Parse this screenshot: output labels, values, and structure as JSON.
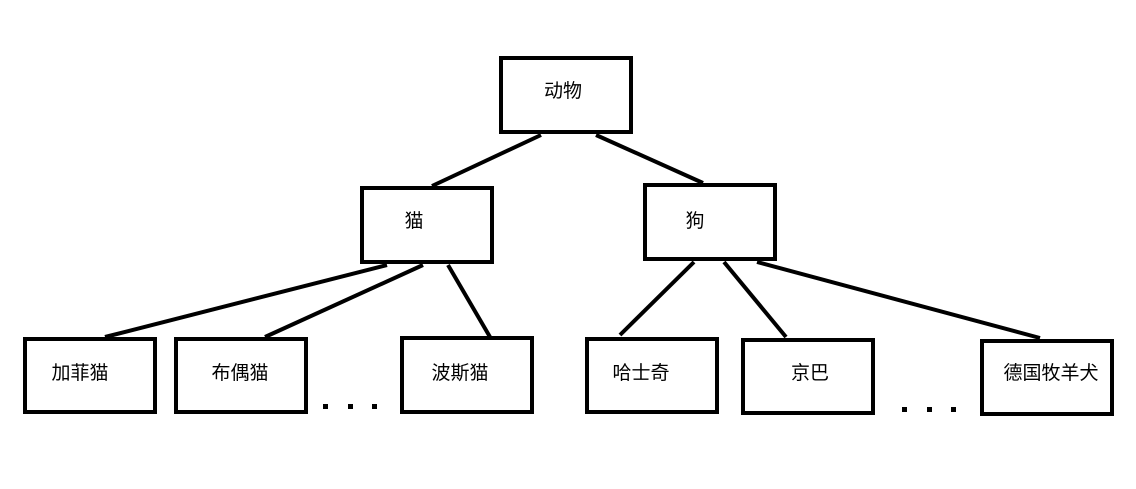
{
  "diagram": {
    "root": {
      "label": "动物"
    },
    "level1": [
      {
        "label": "猫"
      },
      {
        "label": "狗"
      }
    ],
    "cats": [
      {
        "label": "加菲猫"
      },
      {
        "label": "布偶猫"
      },
      {
        "label": "波斯猫"
      }
    ],
    "dogs": [
      {
        "label": "哈士奇"
      },
      {
        "label": "京巴"
      },
      {
        "label": "德国牧羊犬"
      }
    ],
    "line_color": "#000000",
    "box_fill": "#ffffff"
  }
}
